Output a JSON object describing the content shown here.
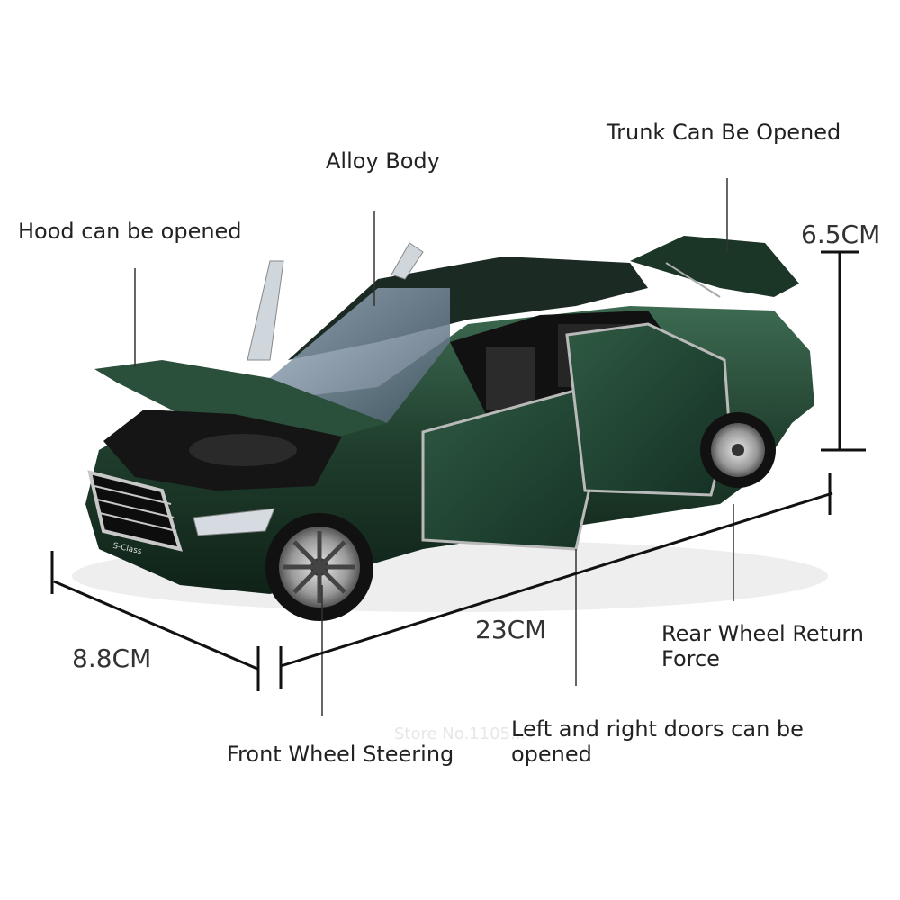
{
  "callouts": {
    "hood": "Hood can be opened",
    "body": "Alloy Body",
    "trunk": "Trunk Can Be Opened",
    "rear_wheel": "Rear Wheel Return Force",
    "front_wheel": "Front Wheel Steering",
    "doors": "Left and right doors can be opened"
  },
  "dimensions": {
    "height": "6.5CM",
    "length": "23CM",
    "width": "8.8CM"
  },
  "watermark": "Store No.1105...",
  "badge": "S-Class",
  "colors": {
    "body": "#1f3d2c",
    "background": "#ffffff"
  }
}
